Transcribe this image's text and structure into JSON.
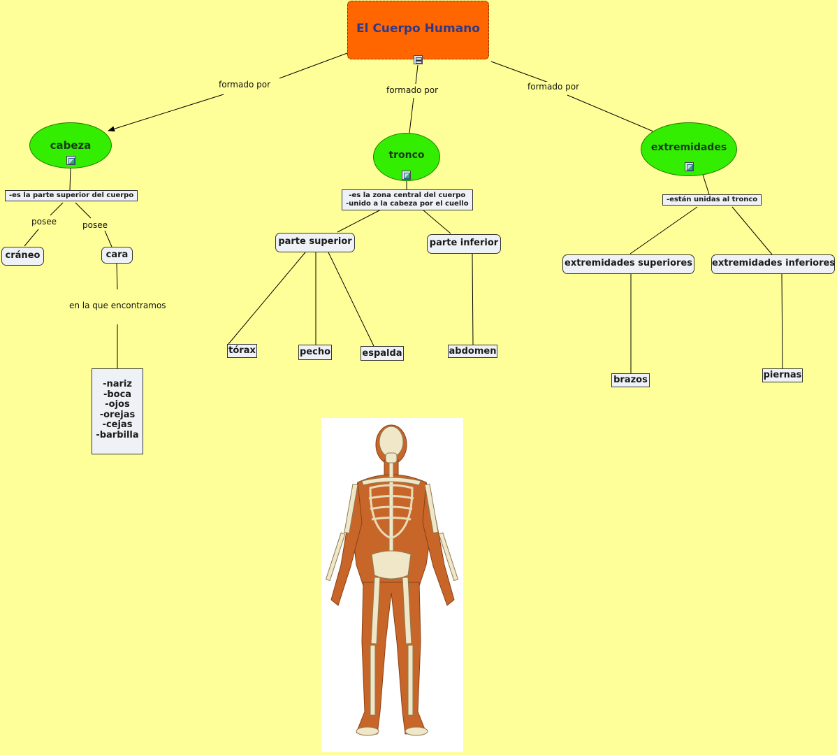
{
  "root": {
    "title": "El Cuerpo Humano"
  },
  "link_labels": {
    "cabeza": "formado por",
    "tronco": "formado por",
    "extremidades": "formado por",
    "craneo": "posee",
    "cara": "posee",
    "encontramos": "en la que encontramos"
  },
  "cabeza": {
    "label": "cabeza",
    "desc": "-es la parte superior del cuerpo",
    "children": [
      "cráneo",
      "cara"
    ],
    "cara_items": [
      "-nariz",
      "-boca",
      "-ojos",
      "-orejas",
      "-cejas",
      "-barbilla"
    ]
  },
  "tronco": {
    "label": "tronco",
    "desc_lines": [
      "-es la zona central del cuerpo",
      "-unido a la cabeza por el cuello"
    ],
    "superior": "parte superior",
    "inferior": "parte inferior",
    "superior_items": [
      "tórax",
      "pecho",
      "espalda"
    ],
    "inferior_items": [
      "abdomen"
    ]
  },
  "extremidades": {
    "label": "extremidades",
    "desc": "-están unidas al tronco",
    "superiores": "extremidades superiores",
    "inferiores": "extremidades inferiores",
    "superiores_item": "brazos",
    "inferiores_item": "piernas"
  },
  "colors": {
    "background": "#ffff99",
    "root": "#ff6600",
    "ellipse": "#33ee00",
    "concept_box": "#eef2f6"
  }
}
